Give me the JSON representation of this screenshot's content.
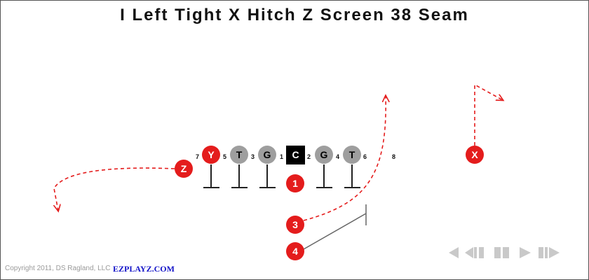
{
  "title": "I Left Tight X Hitch Z Screen 38 Seam",
  "colors": {
    "receiver": "#e41c1c",
    "lineman": "#9e9e9e",
    "center": "#000000",
    "route": "#e41c1c",
    "block": "#222222",
    "controls": "#c9c9c9",
    "brand": "#1414c8"
  },
  "players": [
    {
      "id": "z",
      "label": "Z",
      "role": "receiver"
    },
    {
      "id": "y",
      "label": "Y",
      "role": "receiver"
    },
    {
      "id": "lt",
      "label": "T",
      "role": "lineman"
    },
    {
      "id": "lg",
      "label": "G",
      "role": "lineman"
    },
    {
      "id": "c",
      "label": "C",
      "role": "center"
    },
    {
      "id": "rg",
      "label": "G",
      "role": "lineman"
    },
    {
      "id": "rt",
      "label": "T",
      "role": "lineman"
    },
    {
      "id": "x",
      "label": "X",
      "role": "receiver"
    },
    {
      "id": "qb",
      "label": "1",
      "role": "receiver"
    },
    {
      "id": "fb",
      "label": "3",
      "role": "receiver"
    },
    {
      "id": "tb",
      "label": "4",
      "role": "receiver"
    }
  ],
  "hole_numbers": [
    "7",
    "5",
    "3",
    "1",
    "2",
    "4",
    "6",
    "8"
  ],
  "playback_controls": [
    "rewind-icon",
    "step-back-icon",
    "pause-icon",
    "play-icon",
    "fast-forward-icon"
  ],
  "footer": {
    "copyright": "Copyright 2011, DS Ragland, LLC",
    "brand": "EZPLAYZ.COM"
  }
}
